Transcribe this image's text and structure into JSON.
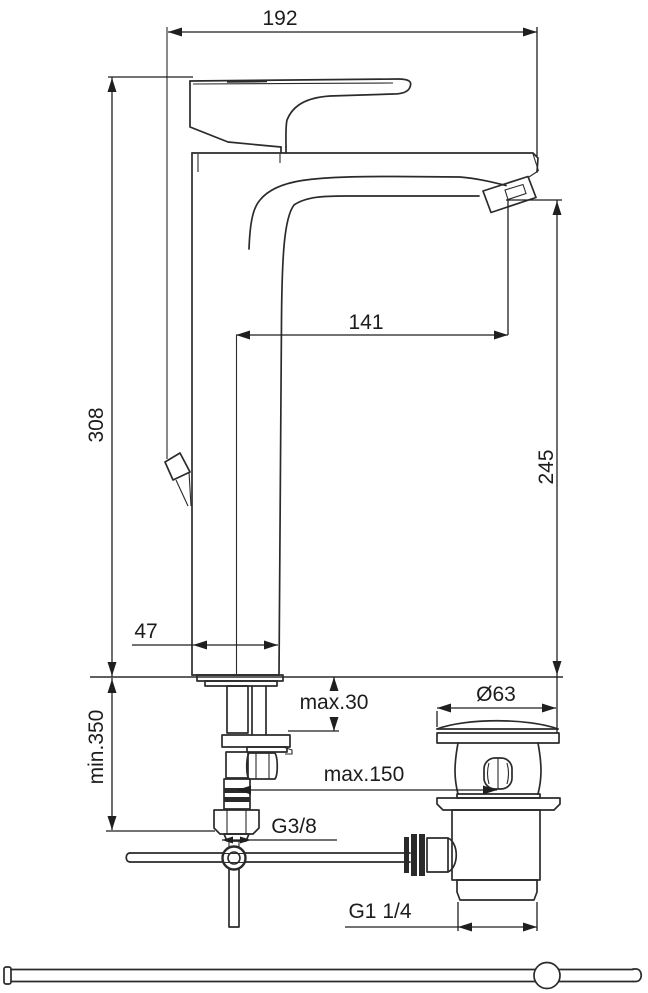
{
  "drawing": {
    "kind": "faucet-technical-dimension-drawing",
    "colors": {
      "line": "#2b2b2b",
      "label": "#1c1c1c",
      "background": "#ffffff"
    },
    "dims": {
      "spout_width": "192",
      "total_height": "308",
      "outlet_reach": "141",
      "outlet_height": "245",
      "base_width": "47",
      "deck_thickness_max": "max.30",
      "hose_clearance_min": "min.350",
      "waste_flange_diameter": "Ø63",
      "rod_travel_max": "max.150",
      "inlet_thread": "G3/8",
      "waste_thread": "G1 1/4"
    }
  }
}
